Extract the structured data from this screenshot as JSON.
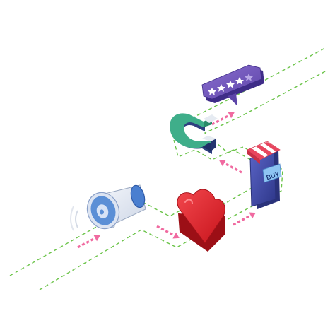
{
  "illustration": {
    "shop_badge": {
      "label": "BUY"
    },
    "review": {
      "stars_filled": 4,
      "stars_total": 5
    },
    "steps": [
      {
        "icon": "megaphone-icon"
      },
      {
        "icon": "heart-icon"
      },
      {
        "icon": "shop-phone-icon"
      },
      {
        "icon": "magnet-icon"
      },
      {
        "icon": "review-bubble-icon"
      }
    ],
    "colors": {
      "path_dash": "#6cc44a",
      "arrow": "#f06aa0",
      "heart": "#e2262f",
      "phone": "#3f49a8",
      "awning_red": "#e8455e",
      "magnet_green": "#3fae8a",
      "magnet_navy": "#2e3f7f",
      "bubble": "#7a5fc0",
      "megaphone_blue": "#5b8fd6",
      "star_inactive": "#b8a8e6"
    }
  }
}
